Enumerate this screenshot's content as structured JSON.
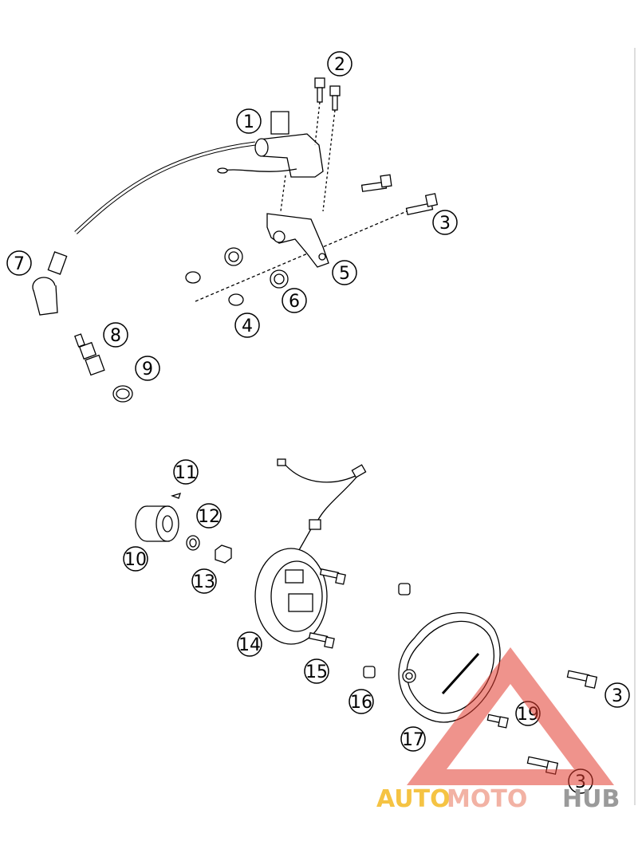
{
  "callouts": {
    "c1": "1",
    "c2": "2",
    "c3a": "3",
    "c4": "4",
    "c5": "5",
    "c6": "6",
    "c7": "7",
    "c8": "8",
    "c9": "9",
    "c10": "10",
    "c11": "11",
    "c12": "12",
    "c13": "13",
    "c14": "14",
    "c15": "15",
    "c16": "16",
    "c17": "17",
    "c19": "19",
    "c3b": "3",
    "c3c": "3"
  },
  "watermark": {
    "part1": "AUTO",
    "part2": "MOTO",
    "part3": "HUB",
    "colors": {
      "part1": "#f5c343",
      "part2": "#f2b2a4",
      "part3": "#9a9a9a",
      "triangle": "#e23b2e"
    }
  }
}
